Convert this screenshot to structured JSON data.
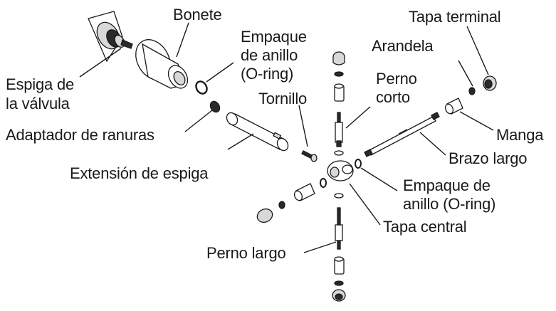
{
  "labels": {
    "espiga_valvula": [
      "Espiga de",
      "la válvula"
    ],
    "bonete": "Bonete",
    "empaque_top": [
      "Empaque",
      "de anillo",
      "(O-ring)"
    ],
    "tornillo": "Tornillo",
    "adaptador": "Adaptador de ranuras",
    "extension": "Extensión de espiga",
    "perno_corto": [
      "Perno",
      "corto"
    ],
    "tapa_terminal": "Tapa terminal",
    "arandela": "Arandela",
    "manga": "Manga",
    "brazo_largo": "Brazo largo",
    "empaque_right": [
      "Empaque de",
      "anillo (O-ring)"
    ],
    "tapa_central": "Tapa central",
    "perno_largo": "Perno largo"
  }
}
